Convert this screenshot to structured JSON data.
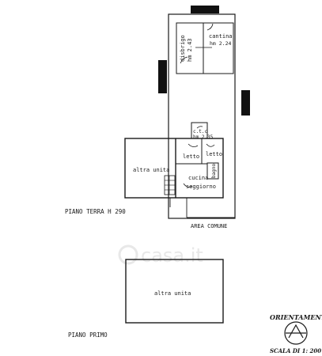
{
  "rooms": {
    "disbrigo": "disbrigo",
    "disbrigo_h": "hm 2.43",
    "cantina": "cantina",
    "cantina_h": "hm 2.24",
    "ctc": "c.t.c",
    "ctc_h": "hm 2.35",
    "letto1": "letto",
    "letto2": "letto",
    "altra_unita_1": "altra unita",
    "cucina": "cucina",
    "soggiorno": "soggiorno",
    "bagno": "bagno",
    "altra_unita_2": "altra unita"
  },
  "labels": {
    "piano_terra": "PIANO TERRA H 290",
    "area_comune": "AREA COMUNE",
    "piano_primo": "PIANO PRIMO",
    "orientamento": "ORIENTAMENTO",
    "scala": "SCALA DI 1: 200",
    "watermark": "casa.it"
  },
  "colors": {
    "ink": "#1a1a1a",
    "watermark": "#ececec"
  }
}
